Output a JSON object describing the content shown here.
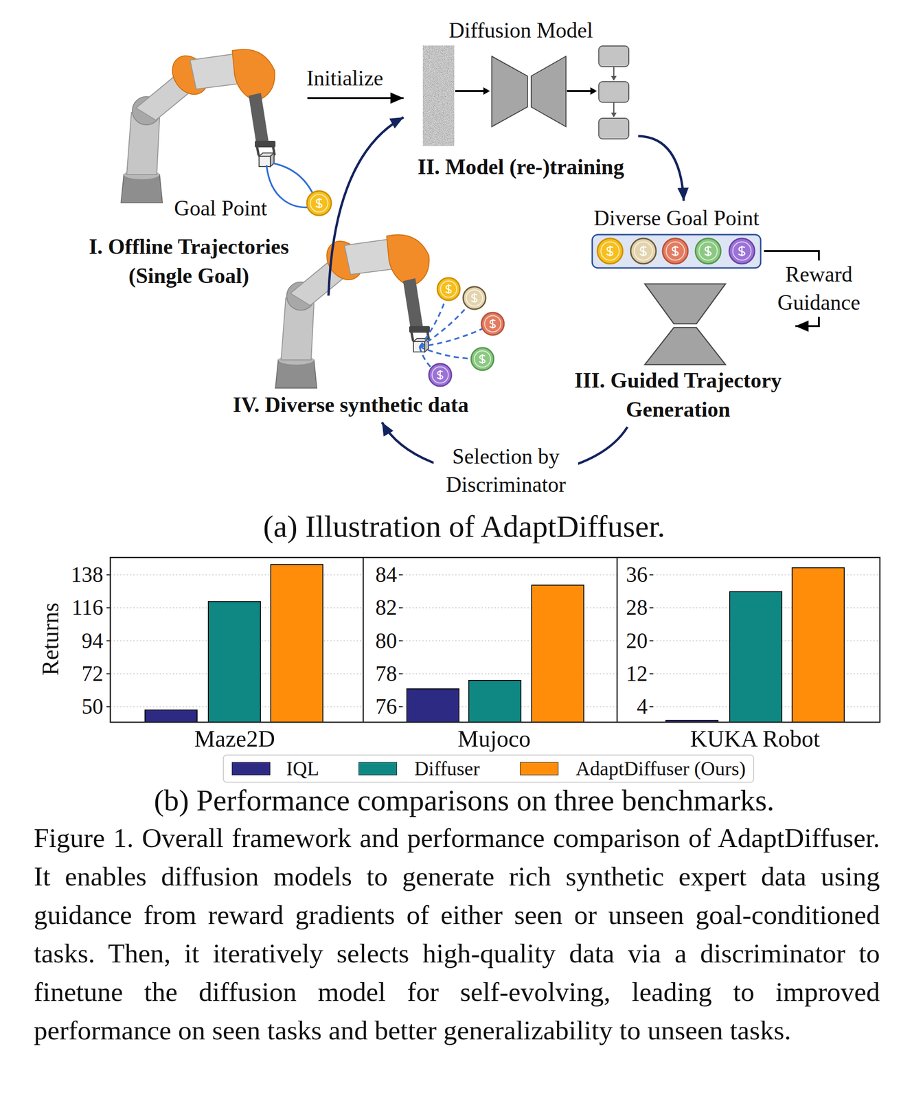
{
  "diagram": {
    "caption": "Figure 1. Overall framework and performance comparison of AdaptDiffuser. It enables diffusion models to generate rich synthetic expert data using guidance from reward gradients of either seen or unseen goal-conditioned tasks. Then, it iteratively selects high-quality data via a discriminator to finetune the diffusion model for self-evolving, leading to improved performance on seen tasks and better generalizability to unseen tasks.",
    "nodes": [
      {
        "text": [
          "I. Offline Trajectories (Single Goal)"
        ]
      },
      {
        "text": [
          "Diffusion Model",
          "II. Model (re-)training"
        ]
      },
      {
        "text": [
          "Diverse Goal Point"
        ]
      },
      {
        "text": [
          "III. Guided Trajectory Generation"
        ]
      },
      {
        "text": [
          "IV. Diverse synthetic data"
        ]
      }
    ],
    "edges": [
      {
        "from": 0,
        "to": 1,
        "arrow": "to",
        "label": "Initialize"
      },
      {
        "from": 1,
        "to": 2,
        "arrow": "to"
      },
      {
        "from": 2,
        "to": 3,
        "arrow": "to",
        "label": "Reward Guidance"
      },
      {
        "from": 3,
        "to": 4,
        "arrow": "to",
        "label": "Selection by Discriminator"
      },
      {
        "from": 4,
        "to": 1,
        "arrow": "to"
      }
    ],
    "labels": [
      "Goal Point",
      "(a) Illustration of AdaptDiffuser.",
      "138",
      "116",
      "94",
      "72",
      "50",
      "84",
      "82",
      "80",
      "78",
      "76",
      "36",
      "28",
      "20",
      "12",
      "4",
      "Returns",
      "Maze2D",
      "Mujoco",
      "KUKA Robot",
      "(b) Performance comparisons on three benchmarks."
    ],
    "legend": [
      {
        "text": "IQL",
        "color": "#2d2a84"
      },
      {
        "text": "Diffuser",
        "color": "#0f8884"
      },
      {
        "text": "AdaptDiffuser (Ours)",
        "color": "#ff8d0a"
      }
    ]
  }
}
